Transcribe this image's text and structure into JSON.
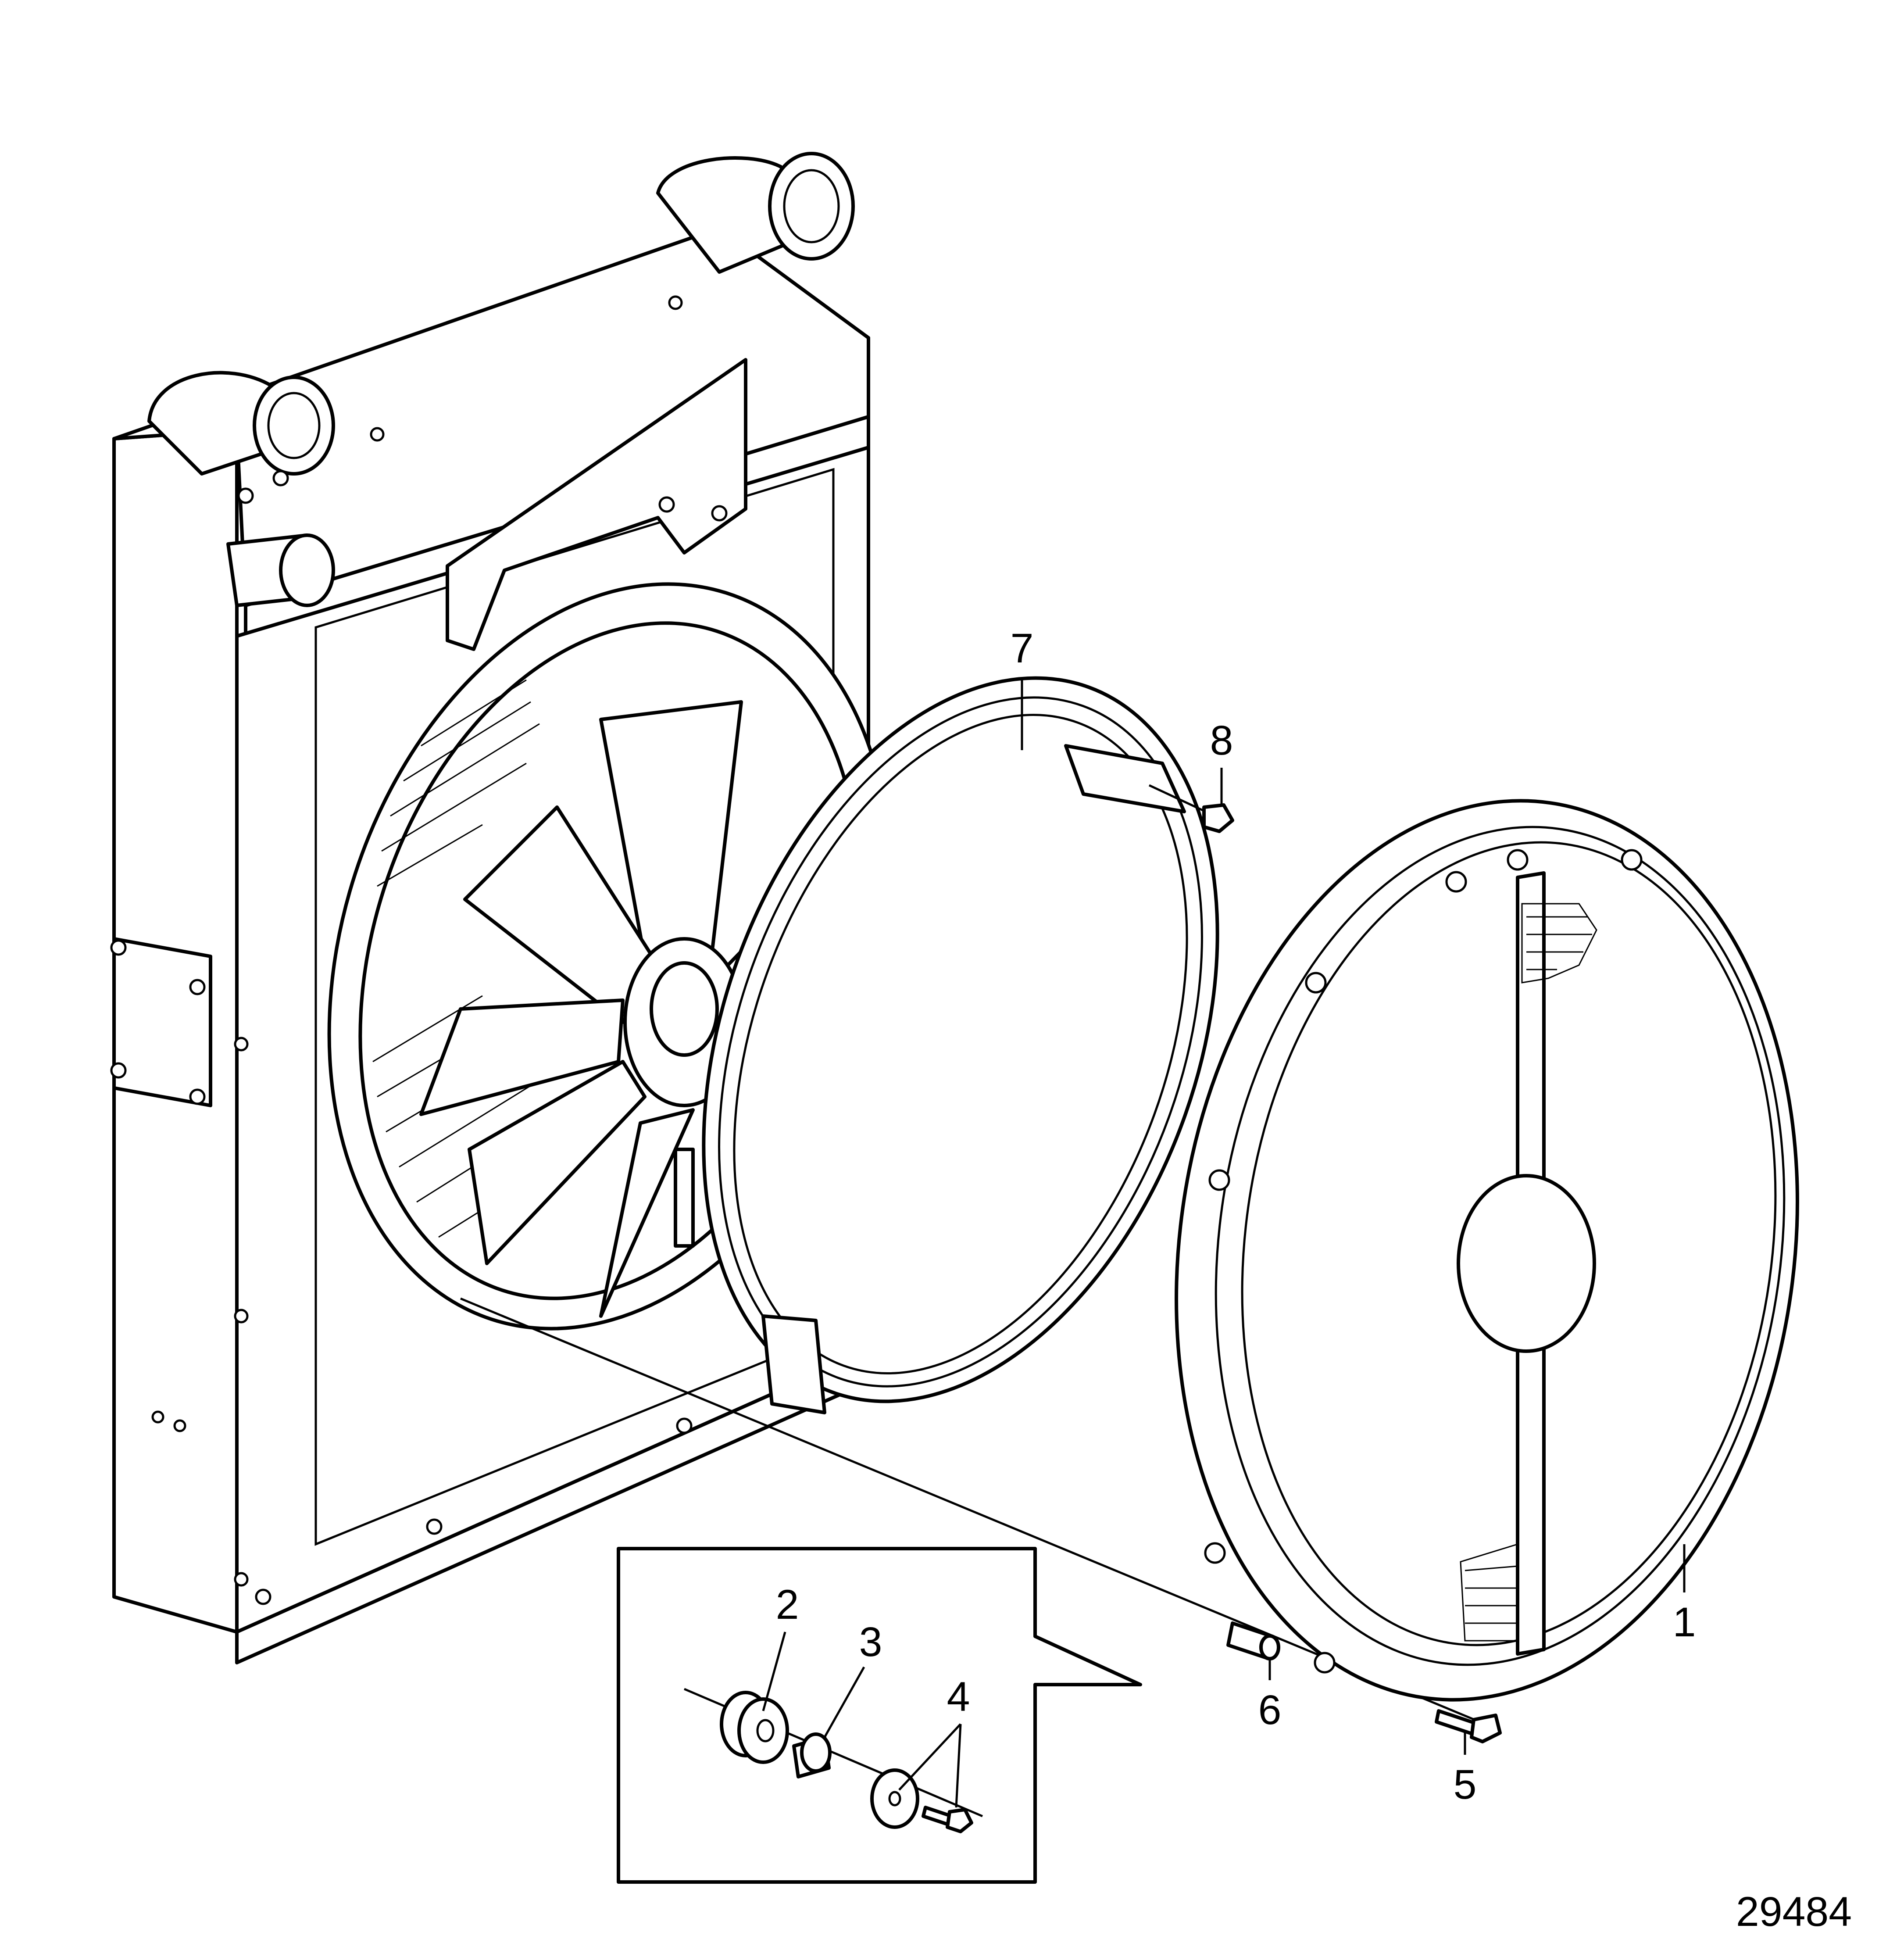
{
  "figure_id": "29484",
  "callouts": [
    {
      "id": "c1",
      "text": "1"
    },
    {
      "id": "c2",
      "text": "2"
    },
    {
      "id": "c3",
      "text": "3"
    },
    {
      "id": "c4",
      "text": "4"
    },
    {
      "id": "c5",
      "text": "5"
    },
    {
      "id": "c6",
      "text": "6"
    },
    {
      "id": "c7",
      "text": "7"
    },
    {
      "id": "c8",
      "text": "8"
    }
  ],
  "parts": [
    {
      "callout": "1",
      "name": "fan-guard"
    },
    {
      "callout": "2",
      "name": "rubber-bushing"
    },
    {
      "callout": "3",
      "name": "spacer-sleeve"
    },
    {
      "callout": "4",
      "name": "washer-and-screw"
    },
    {
      "callout": "5",
      "name": "flange-screw"
    },
    {
      "callout": "6",
      "name": "spacer"
    },
    {
      "callout": "7",
      "name": "fan-ring"
    },
    {
      "callout": "8",
      "name": "flange-nut"
    }
  ]
}
